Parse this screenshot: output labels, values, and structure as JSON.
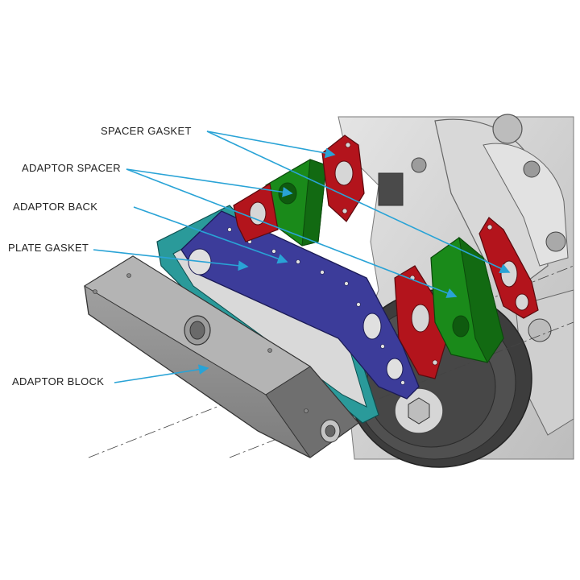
{
  "labels": {
    "spacer_gasket": "SPACER GASKET",
    "adaptor_spacer": "ADAPTOR SPACER",
    "adaptor_back": "ADAPTOR BACK",
    "plate_gasket": "PLATE GASKET",
    "adaptor_block": "ADAPTOR BLOCK"
  },
  "colors": {
    "callout_line": "#29a3d6",
    "spacer_gasket": "#b3141c",
    "adaptor_spacer": "#1a8a1a",
    "adaptor_back": "#3c3c9a",
    "plate_gasket": "#2a9a9a",
    "adaptor_block": "#8a8a8a",
    "engine": "#cfcfcf",
    "pulley": "#4a4a4a"
  }
}
